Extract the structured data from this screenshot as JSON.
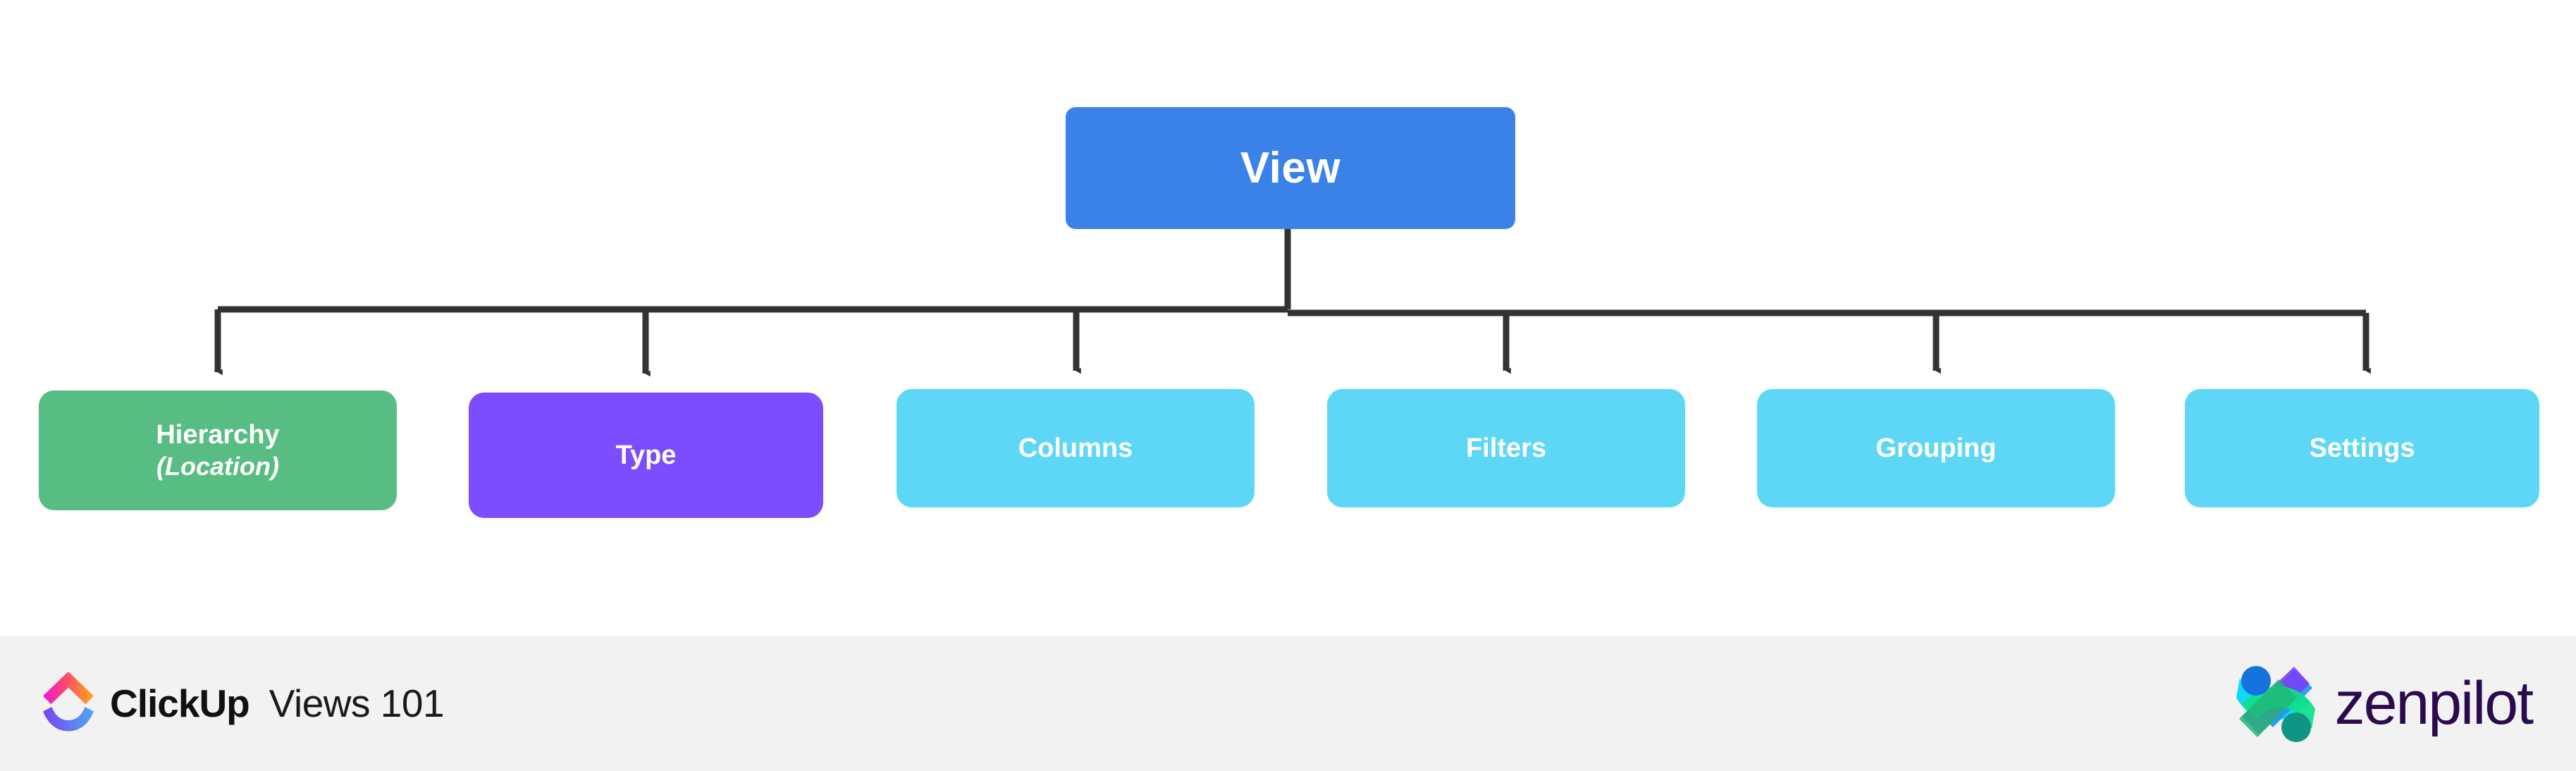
{
  "diagram": {
    "type": "tree",
    "root": {
      "label": "View",
      "color": "#3b82e8",
      "text_color": "#ffffff"
    },
    "children": [
      {
        "label": "Hierarchy",
        "sublabel": "(Location)",
        "color": "#57bd82",
        "text_color": "#ffffff"
      },
      {
        "label": "Type",
        "sublabel": "",
        "color": "#7c4dff",
        "text_color": "#ffffff"
      },
      {
        "label": "Columns",
        "sublabel": "",
        "color": "#5ed7f7",
        "text_color": "#ffffff"
      },
      {
        "label": "Filters",
        "sublabel": "",
        "color": "#5ed7f7",
        "text_color": "#ffffff"
      },
      {
        "label": "Grouping",
        "sublabel": "",
        "color": "#5ed7f7",
        "text_color": "#ffffff"
      },
      {
        "label": "Settings",
        "sublabel": "",
        "color": "#5ed7f7",
        "text_color": "#ffffff"
      }
    ],
    "connector_color": "#333333"
  },
  "footer": {
    "brand_name": "ClickUp",
    "subtitle": "Views 101",
    "partner_name": "zenpilot",
    "partner_color": "#2b0a4d",
    "background": "#f2f2f2"
  }
}
